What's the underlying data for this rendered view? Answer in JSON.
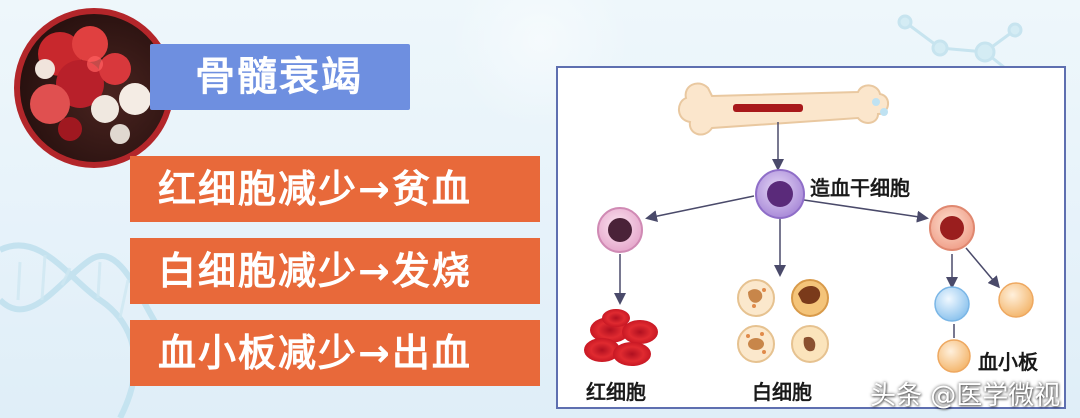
{
  "banner": {
    "title": "骨髓衰竭"
  },
  "effects": [
    {
      "text": "红细胞减少→贫血"
    },
    {
      "text": "白细胞减少→发烧"
    },
    {
      "text": "血小板减少→出血"
    }
  ],
  "diagram": {
    "stem_cell_label": "造血干细胞",
    "red_cell_label": "红细胞",
    "white_cell_label": "白细胞",
    "platelet_label": "血小板"
  },
  "watermark": "头条 @医学微视",
  "colors": {
    "banner": "#6e8fe0",
    "effect_box": "#e8693a",
    "panel_border": "#5e6fb0"
  }
}
